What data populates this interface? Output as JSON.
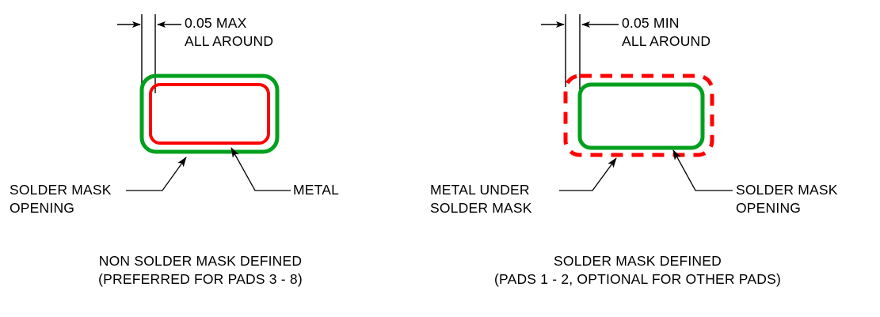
{
  "figure": {
    "title_visible": false,
    "background": "#ffffff",
    "ink_color": "#000000",
    "mask_color": "#00a01e",
    "metal_color": "#ff0000"
  },
  "left_detail": {
    "dimension": {
      "line1": "0.05 MAX",
      "line2": "ALL AROUND"
    },
    "callouts": [
      {
        "line1": "SOLDER MASK",
        "line2": "OPENING",
        "target": "solder-mask-outline"
      },
      {
        "line1": "METAL",
        "line2": "",
        "target": "metal-outline"
      }
    ],
    "caption": {
      "line1": "NON SOLDER MASK DEFINED",
      "line2": "(PREFERRED FOR PADS 3 - 8)"
    },
    "pad": {
      "outer_shape_color": "#00a01e",
      "outer_shape_style": "solid",
      "inner_shape_color": "#ff0000",
      "inner_shape_style": "solid"
    }
  },
  "right_detail": {
    "dimension": {
      "line1": "0.05 MIN",
      "line2": "ALL AROUND"
    },
    "callouts": [
      {
        "line1": "METAL UNDER",
        "line2": "SOLDER MASK",
        "target": "metal-outline"
      },
      {
        "line1": "SOLDER MASK",
        "line2": "OPENING",
        "target": "solder-mask-outline"
      }
    ],
    "caption": {
      "line1": "SOLDER MASK DEFINED",
      "line2": "(PADS 1 - 2, OPTIONAL FOR OTHER PADS)"
    },
    "pad": {
      "outer_shape_color": "#ff0000",
      "outer_shape_style": "dashed",
      "inner_shape_color": "#00a01e",
      "inner_shape_style": "solid"
    }
  }
}
